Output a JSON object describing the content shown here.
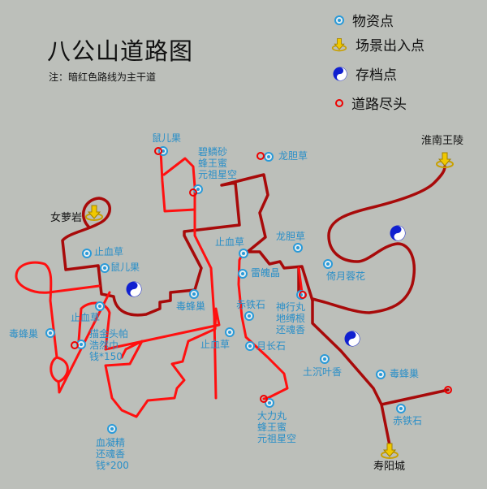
{
  "title": "八公山道路图",
  "subtitle": "注：暗红色路线为主干道",
  "legend": [
    {
      "icon": "item-point-icon",
      "label": "物资点"
    },
    {
      "icon": "scene-entrance-icon",
      "label": "场景出入点"
    },
    {
      "icon": "save-point-icon",
      "label": "存档点"
    },
    {
      "icon": "road-end-icon",
      "label": "道路尽头"
    }
  ],
  "colors": {
    "main_road": "#a80a0a",
    "road": "#ff1010",
    "item": "#2a9ad8",
    "save": "#1020d0",
    "entrance": "#e8c000"
  },
  "exits": [
    "淮南王陵",
    "女萝岩",
    "寿阳城"
  ],
  "items": [
    "鼠儿果",
    "碧鳞砂\n蜂王蜜\n元祖星空",
    "龙胆草",
    "止血草",
    "鼠儿果",
    "止血草",
    "龙胆草",
    "倚月蓉花",
    "雷魄晶",
    "毒蜂巢",
    "止血草",
    "赤铁石",
    "神行丸\n地缚根\n还魂香",
    "毒蜂巢",
    "描金头帕\n浩然巾\n钱*150",
    "止血草",
    "月长石",
    "土沉叶香",
    "毒蜂巢",
    "赤铁石",
    "大力丸\n蜂王蜜\n元祖星空",
    "血凝精\n还魂香\n钱*200"
  ]
}
